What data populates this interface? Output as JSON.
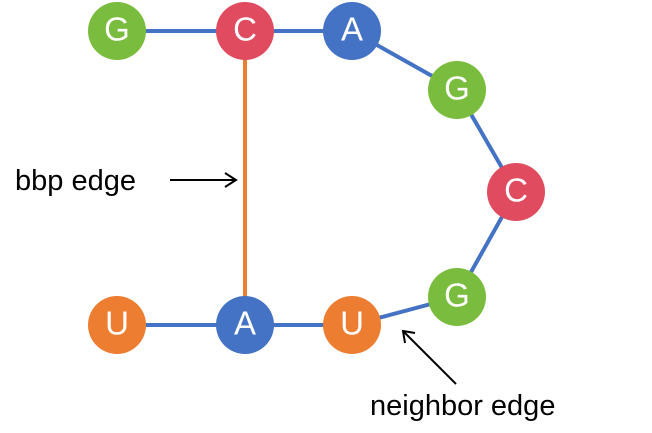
{
  "colors": {
    "G": "#7ABD3E",
    "C": "#E14B5F",
    "A": "#4472C4",
    "U": "#ED7D31",
    "neighbor_edge": "#4472C4",
    "bbp_edge": "#ED7D31",
    "arrow": "#000000"
  },
  "nodes": [
    {
      "id": "n1",
      "letter": "G"
    },
    {
      "id": "n2",
      "letter": "C"
    },
    {
      "id": "n3",
      "letter": "A"
    },
    {
      "id": "n4",
      "letter": "G"
    },
    {
      "id": "n5",
      "letter": "C"
    },
    {
      "id": "n6",
      "letter": "G"
    },
    {
      "id": "n7",
      "letter": "U"
    },
    {
      "id": "n8",
      "letter": "A"
    },
    {
      "id": "n9",
      "letter": "U"
    }
  ],
  "edges": [
    {
      "from": "n1",
      "to": "n2",
      "kind": "neighbor"
    },
    {
      "from": "n2",
      "to": "n3",
      "kind": "neighbor"
    },
    {
      "from": "n3",
      "to": "n4",
      "kind": "neighbor"
    },
    {
      "from": "n4",
      "to": "n5",
      "kind": "neighbor"
    },
    {
      "from": "n5",
      "to": "n6",
      "kind": "neighbor"
    },
    {
      "from": "n6",
      "to": "n9",
      "kind": "neighbor"
    },
    {
      "from": "n7",
      "to": "n8",
      "kind": "neighbor"
    },
    {
      "from": "n8",
      "to": "n9",
      "kind": "neighbor"
    },
    {
      "from": "n2",
      "to": "n8",
      "kind": "bbp"
    }
  ],
  "labels": {
    "bbp": "bbp edge",
    "neighbor": "neighbor edge"
  }
}
